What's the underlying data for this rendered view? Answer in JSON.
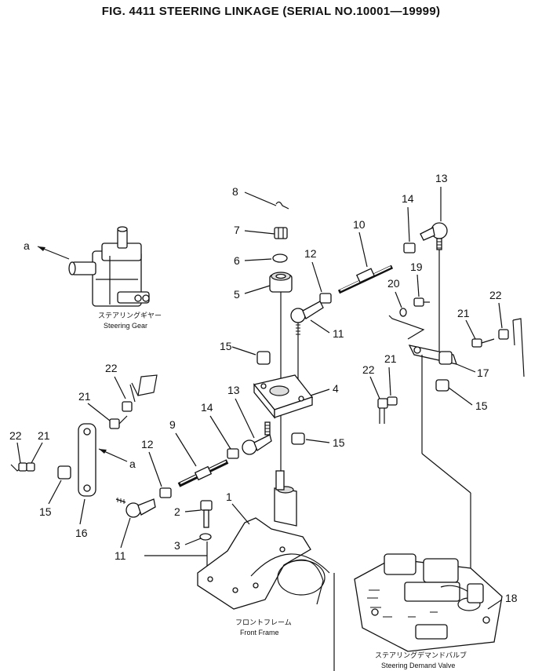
{
  "title": "FIG. 4411  STEERING LINKAGE (SERIAL NO.10001—19999)",
  "callouts": {
    "c1": "1",
    "c2": "2",
    "c3": "3",
    "c4": "4",
    "c5": "5",
    "c6": "6",
    "c7": "7",
    "c8": "8",
    "c9": "9",
    "c10": "10",
    "c11a": "11",
    "c11b": "11",
    "c12a": "12",
    "c12b": "12",
    "c13a": "13",
    "c13b": "13",
    "c14a": "14",
    "c14b": "14",
    "c15a": "15",
    "c15b": "15",
    "c15c": "15",
    "c15d": "15",
    "c16": "16",
    "c17": "17",
    "c18": "18",
    "c19": "19",
    "c20": "20",
    "c21a": "21",
    "c21b": "21",
    "c21c": "21",
    "c21d": "21",
    "c22a": "22",
    "c22b": "22",
    "c22c": "22",
    "c22d": "22",
    "a1": "a",
    "a2": "a"
  },
  "captions": {
    "steering_gear_jp": "ステアリングギヤー",
    "steering_gear_en": "Steering Gear",
    "front_frame_jp": "フロントフレーム",
    "front_frame_en": "Front Frame",
    "demand_valve_jp": "ステアリングデマンドバルブ",
    "demand_valve_en": "Steering Demand Valve"
  }
}
